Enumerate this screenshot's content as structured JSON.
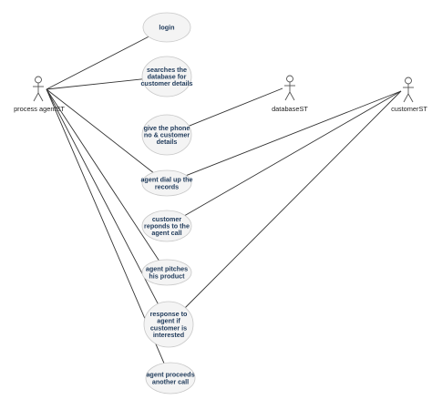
{
  "actors": [
    {
      "id": "agent",
      "label": "process agentST",
      "icon": "stick-figure-actor-icon"
    },
    {
      "id": "database",
      "label": "databaseST",
      "icon": "stick-figure-actor-icon"
    },
    {
      "id": "customer",
      "label": "customerST",
      "icon": "stick-figure-actor-icon"
    }
  ],
  "use_cases": [
    {
      "id": "login",
      "lines": [
        "login"
      ]
    },
    {
      "id": "search",
      "lines": [
        "searches the",
        "database for",
        "customer details"
      ]
    },
    {
      "id": "give",
      "lines": [
        "give the phone",
        "no & customer",
        "details"
      ]
    },
    {
      "id": "dial",
      "lines": [
        "agent dial up the",
        "records"
      ]
    },
    {
      "id": "responds",
      "lines": [
        "customer",
        "reponds to the",
        "agent call"
      ]
    },
    {
      "id": "pitches",
      "lines": [
        "agent pitches",
        "his product"
      ]
    },
    {
      "id": "response",
      "lines": [
        "response to",
        "agent if",
        "customer is",
        "interested"
      ]
    },
    {
      "id": "proceeds",
      "lines": [
        "agent proceeds",
        "another call"
      ]
    }
  ],
  "associations": [
    {
      "from": "agent",
      "to": "login"
    },
    {
      "from": "agent",
      "to": "search"
    },
    {
      "from": "agent",
      "to": "dial"
    },
    {
      "from": "agent",
      "to": "pitches"
    },
    {
      "from": "agent",
      "to": "response"
    },
    {
      "from": "agent",
      "to": "proceeds"
    },
    {
      "from": "database",
      "to": "give"
    },
    {
      "from": "customer",
      "to": "dial"
    },
    {
      "from": "customer",
      "to": "responds"
    },
    {
      "from": "customer",
      "to": "response"
    }
  ],
  "colors": {
    "line": "#333333",
    "ellipse_fill": "#f4f4f4",
    "ellipse_stroke": "#c8c8c8",
    "label": "#1f3a5a"
  }
}
